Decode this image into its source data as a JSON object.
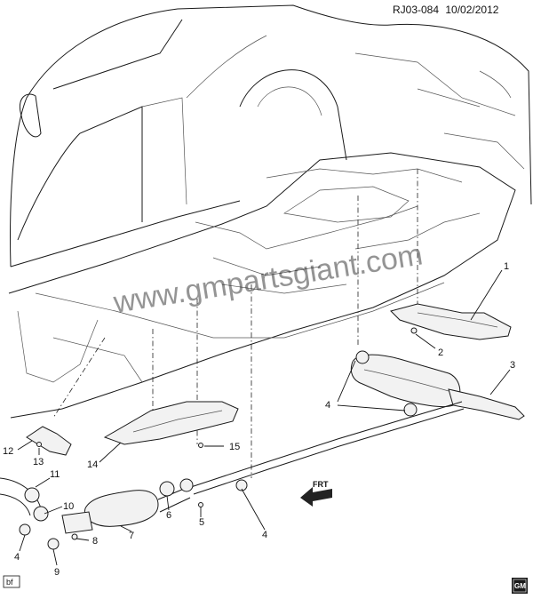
{
  "header": {
    "ref": "RJ03-084",
    "date": "10/02/2012"
  },
  "watermark": "www.gmpartsgiant.com",
  "corner_tag": "bf",
  "logo_text": "GM",
  "direction": "FRT",
  "callouts": [
    "1",
    "2",
    "3",
    "4",
    "4",
    "4",
    "5",
    "6",
    "7",
    "8",
    "9",
    "10",
    "11",
    "12",
    "13",
    "14",
    "15"
  ]
}
